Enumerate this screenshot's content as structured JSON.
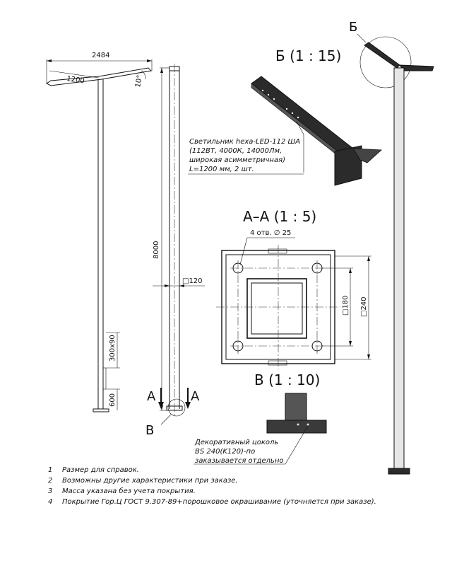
{
  "dimensions": {
    "total_span": "2484",
    "arm_length": "1200",
    "arm_angle": "10°",
    "height": "8000",
    "pole_section": "□120",
    "hatch_size": "300х90",
    "hatch_height": "600",
    "bolt_holes": "4 отв. ∅ 25",
    "bolt_spacing": "□180",
    "plate_size": "□240"
  },
  "views": {
    "detail_b_letter": "Б",
    "detail_b_title": "Б (1 : 15)",
    "section_aa_title": "А–А (1 : 5)",
    "detail_v_title": "В (1 : 10)",
    "detail_v_letter": "В",
    "section_marker_left": "А",
    "section_marker_right": "А"
  },
  "callouts": {
    "luminaire": [
      "Светильник hexa-LED-112 ША",
      "(112ВТ, 4000К, 14000Лм,",
      "широкая асимметричная)",
      "L=1200 мм, 2 шт."
    ],
    "base_cover": [
      "Декоративный цоколь",
      "BS 240(K120)-по",
      "заказывается отдельно"
    ]
  },
  "notes": [
    {
      "num": "1",
      "text": "Размер для справок."
    },
    {
      "num": "2",
      "text": "Возможны другие характеристики при заказе."
    },
    {
      "num": "3",
      "text": "Масса указана без учета покрытия."
    },
    {
      "num": "4",
      "text": "Покрытие Гор.Ц ГОСТ 9.307-89+порошковое окрашивание (уточняется при заказе)."
    }
  ]
}
